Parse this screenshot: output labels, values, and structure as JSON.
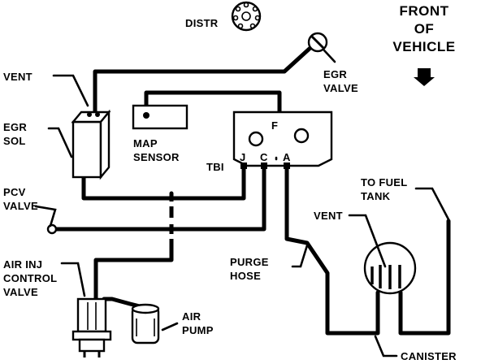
{
  "labels": {
    "front": [
      "FRONT",
      "OF",
      "VEHICLE"
    ],
    "distr": "DISTR",
    "egr_valve": [
      "EGR",
      "VALVE"
    ],
    "vent_left": "VENT",
    "egr_sol": [
      "EGR",
      "SOL"
    ],
    "map_sensor": [
      "MAP",
      "SENSOR"
    ],
    "tbi": "TBI",
    "port_f": "F",
    "port_j": "J",
    "port_c": "C",
    "port_a": "A",
    "pcv_valve": [
      "PCV",
      "VALVE"
    ],
    "to_fuel_tank": [
      "TO FUEL",
      "TANK"
    ],
    "vent_right": "VENT",
    "purge_hose": [
      "PURGE",
      "HOSE"
    ],
    "air_inj": [
      "AIR INJ",
      "CONTROL",
      "VALVE"
    ],
    "air_pump": [
      "AIR",
      "PUMP"
    ],
    "canister": "CANISTER"
  }
}
